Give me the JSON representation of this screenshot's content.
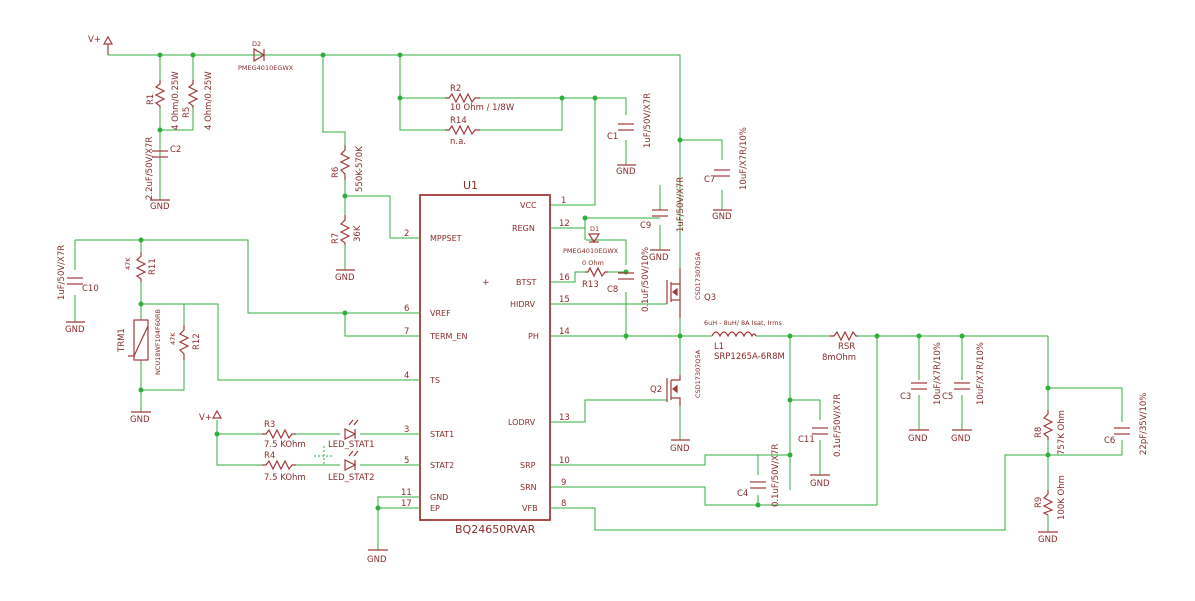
{
  "schematic": {
    "ic": {
      "ref": "U1",
      "part": "BQ24650RVAR",
      "left_pins": [
        {
          "name": "MPPSET",
          "num": "2"
        },
        {
          "name": "VREF",
          "num": "6"
        },
        {
          "name": "TERM_EN",
          "num": "7"
        },
        {
          "name": "TS",
          "num": "4"
        },
        {
          "name": "STAT1",
          "num": "3"
        },
        {
          "name": "STAT2",
          "num": "5"
        },
        {
          "name": "GND",
          "num": "11"
        },
        {
          "name": "EP",
          "num": "17"
        }
      ],
      "right_pins": [
        {
          "name": "VCC",
          "num": "1"
        },
        {
          "name": "REGN",
          "num": "12"
        },
        {
          "name": "BTST",
          "num": "16"
        },
        {
          "name": "HIDRV",
          "num": "15"
        },
        {
          "name": "PH",
          "num": "14"
        },
        {
          "name": "LODRV",
          "num": "13"
        },
        {
          "name": "SRP",
          "num": "10"
        },
        {
          "name": "SRN",
          "num": "9"
        },
        {
          "name": "VFB",
          "num": "8"
        }
      ]
    },
    "supplies": {
      "vplus": "V+",
      "gnd": "GND"
    },
    "components": {
      "R1": {
        "ref": "R1",
        "value": "4 Ohm/0.25W"
      },
      "R5": {
        "ref": "R5",
        "value": "4 Ohm/0.25W"
      },
      "C2": {
        "ref": "C2",
        "value": "2.2uF/50V/X7R"
      },
      "D2": {
        "ref": "D2",
        "value": "PMEG4010EGWX"
      },
      "R2": {
        "ref": "R2",
        "value": "10 Ohm / 1/8W"
      },
      "R14": {
        "ref": "R14",
        "value": "n.a."
      },
      "C1": {
        "ref": "C1",
        "value": "1uF/50V/X7R"
      },
      "C7": {
        "ref": "C7",
        "value": "10uF/X7R/10%"
      },
      "R6": {
        "ref": "R6",
        "value": "550K-570K"
      },
      "R7": {
        "ref": "R7",
        "value": "36K"
      },
      "C9": {
        "ref": "C9",
        "value": "1uF/50V/X7R"
      },
      "D1": {
        "ref": "D1",
        "value": "PMEG4010EGWX"
      },
      "R13": {
        "ref": "R13",
        "value": "0 Ohm"
      },
      "C8": {
        "ref": "C8",
        "value": "0.1uF/50V/10%"
      },
      "Q3": {
        "ref": "Q3",
        "value": "CSD17307Q5A"
      },
      "Q2": {
        "ref": "Q2",
        "value": "CSD17307Q5A"
      },
      "L1": {
        "ref": "L1",
        "value": "SRP1265A-6R8M",
        "note": "6uH - 8uH/ 8A Isat, Irms"
      },
      "RSR": {
        "ref": "RSR",
        "value": "8mOhm"
      },
      "C3": {
        "ref": "C3",
        "value": "10uF/X7R/10%"
      },
      "C5": {
        "ref": "C5",
        "value": "10uF/X7R/10%"
      },
      "C11": {
        "ref": "C11",
        "value": "0.1uF/50V/X7R"
      },
      "C4": {
        "ref": "C4",
        "value": "0.1uF/50V/X7R"
      },
      "R8": {
        "ref": "R8",
        "value": "757K Ohm"
      },
      "R9": {
        "ref": "R9",
        "value": "100K Ohm"
      },
      "C6": {
        "ref": "C6",
        "value": "22pF/35V/10%"
      },
      "C10": {
        "ref": "C10",
        "value": "1uF/50V/X7R"
      },
      "R11": {
        "ref": "R11",
        "value": "47K"
      },
      "R12": {
        "ref": "R12",
        "value": "47K"
      },
      "TRM1": {
        "ref": "TRM1",
        "value": "NCU18WF104F60RB"
      },
      "R3": {
        "ref": "R3",
        "value": "7.5 KOhm"
      },
      "R4": {
        "ref": "R4",
        "value": "7.5 KOhm"
      },
      "LED1": {
        "ref": "LED_STAT1"
      },
      "LED2": {
        "ref": "LED_STAT2"
      }
    }
  }
}
